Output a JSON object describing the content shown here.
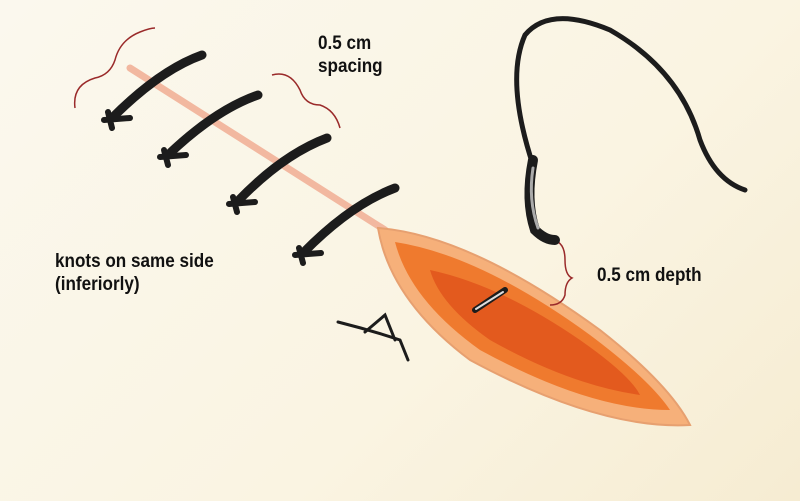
{
  "labels": {
    "spacing": "0.5 cm spacing",
    "spacing_line1": "0.5 cm",
    "spacing_line2": "spacing",
    "knots_line1": "knots on same side",
    "knots_line2": "(inferiorly)",
    "depth": "0.5 cm depth"
  },
  "colors": {
    "suture": "#1c1c1c",
    "brace": "#9a2a2a",
    "wound": "#f08a3a",
    "incision": "#f2b8a0"
  }
}
